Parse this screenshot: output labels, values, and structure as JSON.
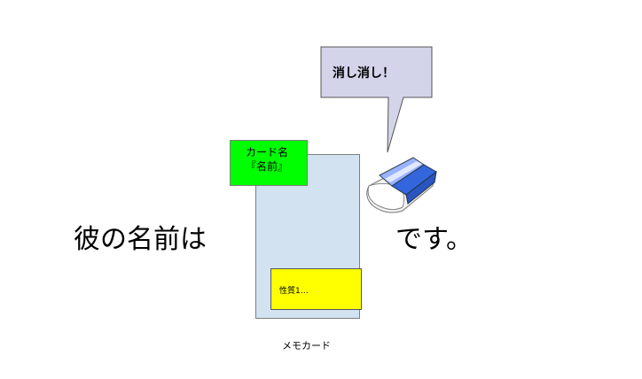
{
  "speech_bubble": {
    "text": "消し消し！"
  },
  "card_name_tag": {
    "line1": "カード名",
    "line2": "『名前』"
  },
  "attribute_box": {
    "text": "性質1…"
  },
  "memo_card_caption": "メモカード",
  "sentence": {
    "before": "彼の名前は",
    "after": "です。"
  },
  "colors": {
    "bubble_fill": "#d3d3ea",
    "card_fill": "#d2e2f0",
    "name_tag_fill": "#00ff00",
    "attribute_fill": "#ffff00",
    "eraser_blue": "#3366dd",
    "eraser_light_blue": "#99b3ff"
  }
}
